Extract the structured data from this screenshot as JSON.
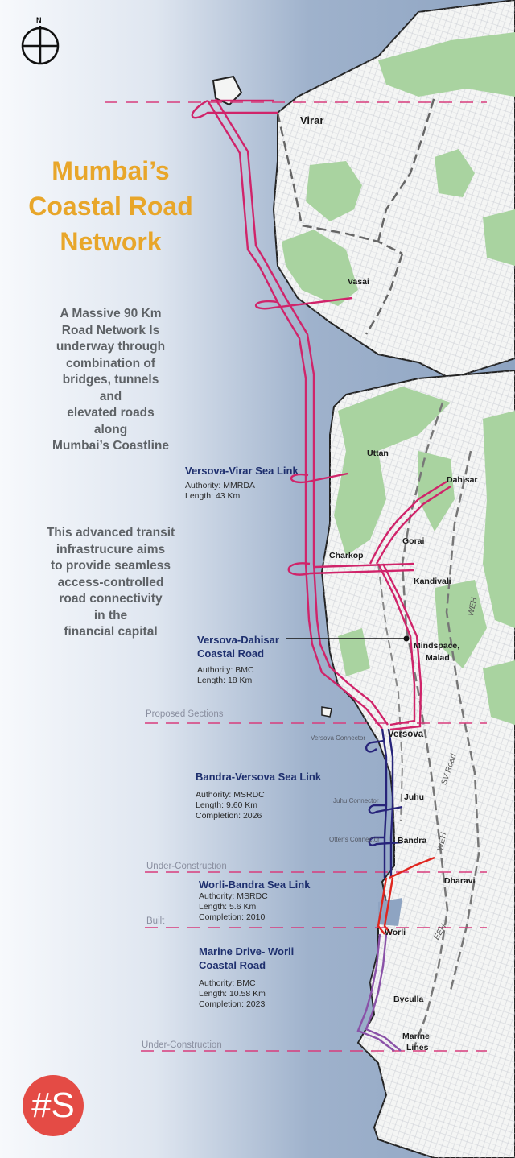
{
  "title": [
    "Mumbai’s",
    "Coastal Road",
    "Network"
  ],
  "compass": {
    "label": "N"
  },
  "blurb_top": [
    "A Massive 90 Km",
    "Road Network Is",
    "underway through",
    "combination of",
    "bridges, tunnels",
    "and",
    "elevated roads",
    "along",
    "Mumbai’s Coastline"
  ],
  "blurb_bottom": [
    "This advanced transit",
    "infrastrucure aims",
    "to provide seamless",
    "access-controlled",
    "road connectivity",
    "in the",
    "financial capital"
  ],
  "routes": [
    {
      "name": "Versova-Virar Sea Link",
      "authority": "Authority: MMRDA",
      "length": "Length:  43 Km"
    },
    {
      "name": "Versova-Dahisar",
      "name2": "Coastal Road",
      "authority": "Authority: BMC",
      "length": "Length:  18 Km"
    },
    {
      "name": "Bandra-Versova Sea Link",
      "authority": "Authority: MSRDC",
      "length": "Length:  9.60  Km",
      "completion": "Completion: 2026"
    },
    {
      "name": "Worli-Bandra Sea Link",
      "authority": "Authority: MSRDC",
      "length": "Length:  5.6 Km",
      "completion": "Completion: 2010"
    },
    {
      "name": "Marine Drive- Worli",
      "name2": "Coastal Road",
      "authority": "Authority: BMC",
      "length": "Length:  10.58 Km",
      "completion": "Completion: 2023"
    }
  ],
  "sections": [
    "Proposed Sections",
    "Under-Construction",
    "Built",
    "Under-Construction"
  ],
  "places": {
    "virar": "Virar",
    "vasai": "Vasai",
    "uttan": "Uttan",
    "dahisar": "Dahisar",
    "gorai": "Gorai",
    "charkop": "Charkop",
    "kandivali": "Kandivali",
    "mindspace": "Mindspace,",
    "malad": "Malad",
    "versova": "Versova",
    "juhu": "Juhu",
    "bandra": "Bandra",
    "dharavi": "Dharavi",
    "worli": "Worli",
    "byculla": "Byculla",
    "marine": "Marine",
    "lines": "Lines"
  },
  "connectors": {
    "versova": "Versova Connector",
    "juhu": "Juhu Connector",
    "otters": "Otter’s Connector"
  },
  "road_labels": {
    "weh1": "WEH",
    "svroad": "SV Road",
    "weh2": "WEH",
    "eeh": "EEH"
  },
  "logo": "#S",
  "colors": {
    "land": "#f4f5f4",
    "green": "#a9d3a0",
    "pink_route": "#d0246a",
    "blue_route": "#27247a",
    "red_route": "#e0261f",
    "purple_route": "#8a52a8",
    "section_line": "#d83c7c",
    "title": "#e8a62a",
    "route_name": "#1e2f6e",
    "logo": "#e44b45"
  }
}
